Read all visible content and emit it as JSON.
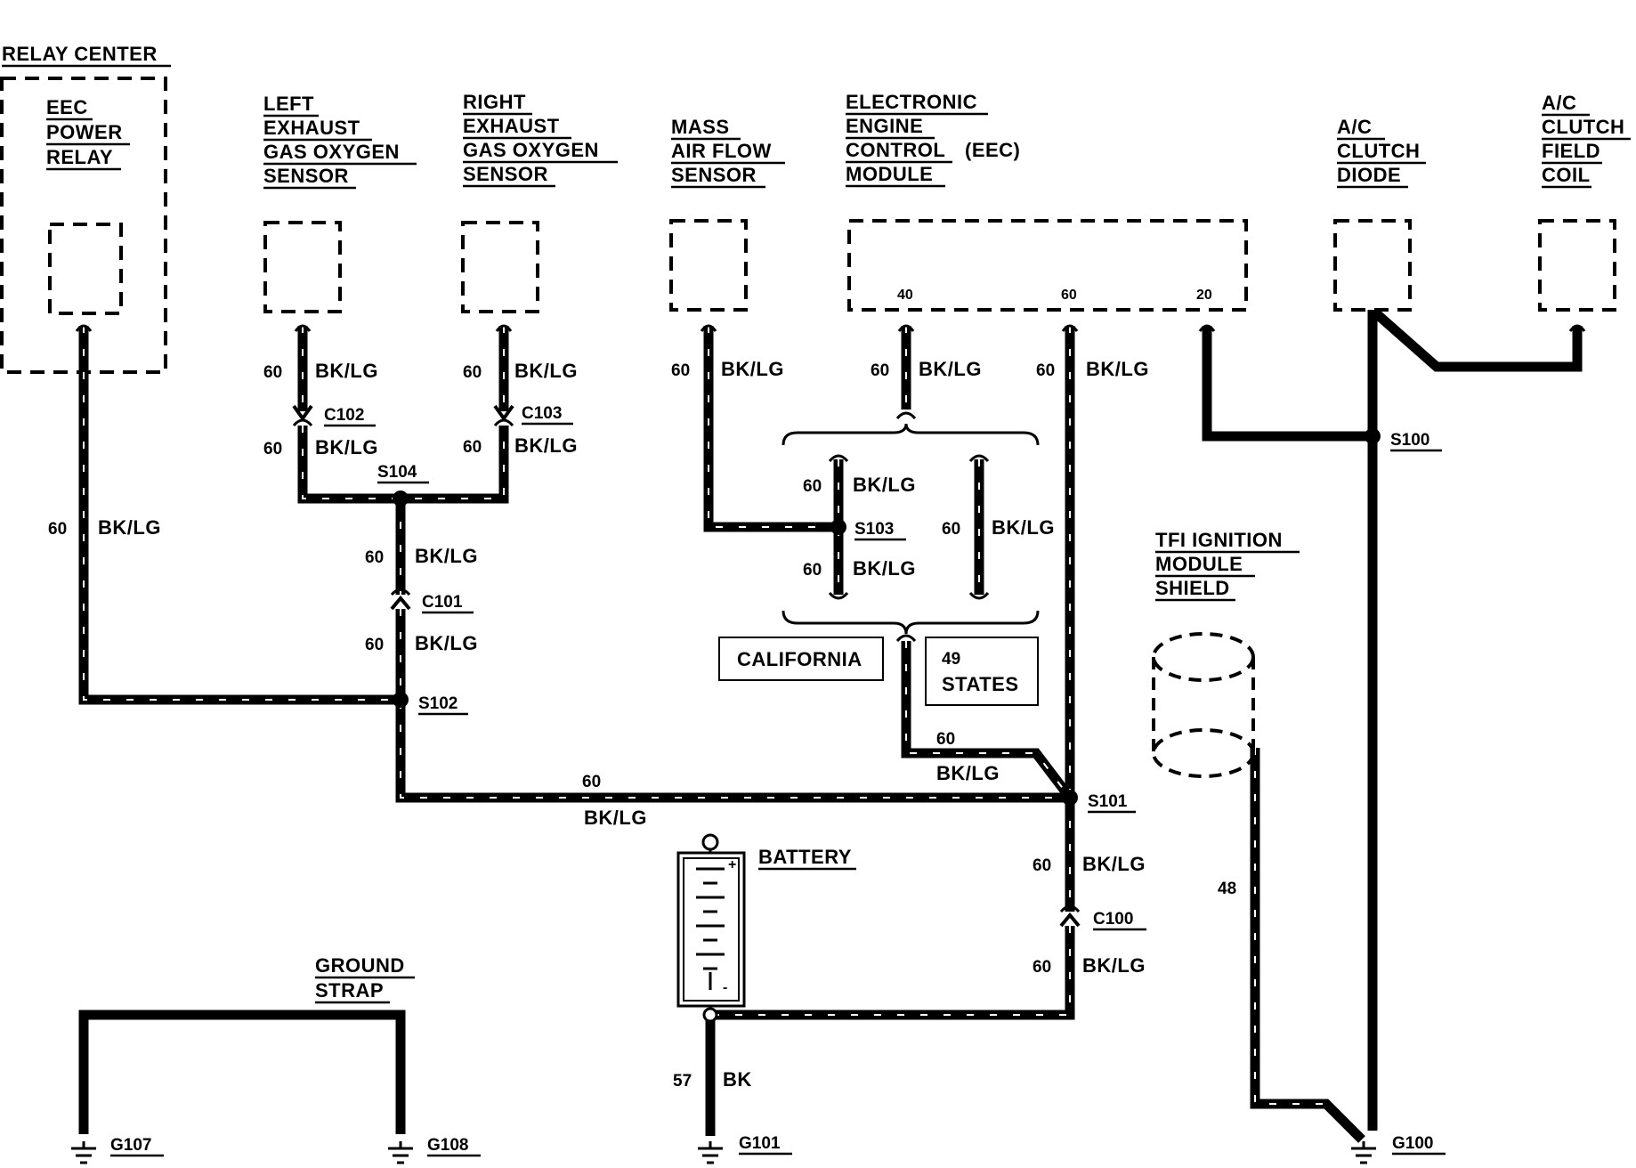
{
  "components": {
    "relay_center": {
      "title": "RELAY CENTER",
      "lines": [
        "EEC",
        "POWER",
        "RELAY"
      ]
    },
    "left_o2": {
      "lines": [
        "LEFT",
        "EXHAUST",
        "GAS OXYGEN",
        "SENSOR"
      ]
    },
    "right_o2": {
      "lines": [
        "RIGHT",
        "EXHAUST",
        "GAS OXYGEN",
        "SENSOR"
      ]
    },
    "maf": {
      "lines": [
        "MASS",
        "AIR FLOW",
        "SENSOR"
      ]
    },
    "eec": {
      "lines": [
        "ELECTRONIC",
        "ENGINE",
        "CONTROL",
        "MODULE"
      ],
      "suffix": "(EEC)",
      "pins": [
        "40",
        "60",
        "20"
      ]
    },
    "ac_diode": {
      "lines": [
        "A/C",
        "CLUTCH",
        "DIODE"
      ]
    },
    "ac_coil": {
      "lines": [
        "A/C",
        "CLUTCH",
        "FIELD",
        "COIL"
      ]
    },
    "tfi": {
      "lines": [
        "TFI IGNITION",
        "MODULE",
        "SHIELD"
      ]
    },
    "battery": {
      "label": "BATTERY",
      "plus": "+",
      "minus": "-"
    },
    "ground_strap": {
      "lines": [
        "GROUND",
        "STRAP"
      ]
    }
  },
  "connectors": [
    "C100",
    "C101",
    "C102",
    "C103"
  ],
  "splices": [
    "S100",
    "S101",
    "S102",
    "S103",
    "S104"
  ],
  "grounds": [
    "G100",
    "G101",
    "G107",
    "G108"
  ],
  "variants": {
    "california": "CALIFORNIA",
    "fortynine": [
      "49",
      "STATES"
    ]
  },
  "circuits": {
    "c60": "60",
    "bklg": "BK/LG",
    "c57": "57",
    "bk": "BK",
    "c48": "48"
  }
}
